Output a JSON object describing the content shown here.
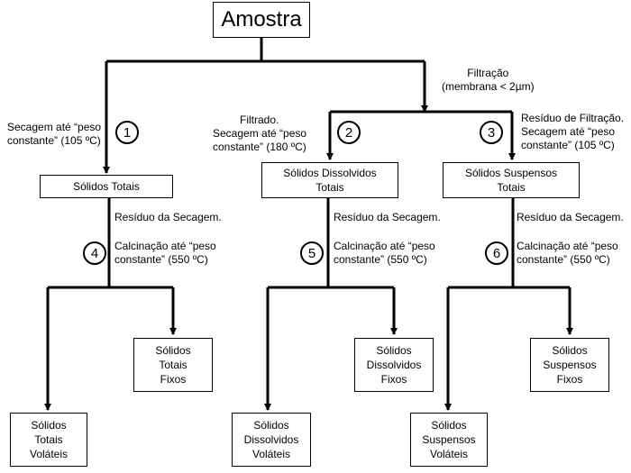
{
  "title": "Amostra",
  "filtration": {
    "line1": "Filtração",
    "line2": "(membrana < 2µm)"
  },
  "steps": [
    {
      "number": "1",
      "lines": [
        "Secagem até  “peso",
        "constante” (105 ºC)"
      ]
    },
    {
      "number": "2",
      "lines": [
        "Filtrado.",
        "Secagem até “peso",
        "constante” (180 ºC)"
      ]
    },
    {
      "number": "3",
      "lines": [
        "Resíduo de Filtração.",
        "Secagem até “peso",
        "constante” (105 ºC)"
      ]
    }
  ],
  "level2": [
    {
      "lines": [
        "Sólidos Totais"
      ]
    },
    {
      "lines": [
        "Sólidos Dissolvidos",
        "Totais"
      ]
    },
    {
      "lines": [
        "Sólidos Suspensos",
        "Totais"
      ]
    }
  ],
  "calc_steps": [
    {
      "number": "4",
      "residue": "Resíduo da Secagem.",
      "calc": [
        "Calcinação até “peso",
        "constante” (550 ºC)"
      ]
    },
    {
      "number": "5",
      "residue": "Resíduo da Secagem.",
      "calc": [
        "Calcinação até “peso",
        "constante” (550 ºC)"
      ]
    },
    {
      "number": "6",
      "residue": "Resíduo da Secagem.",
      "calc": [
        "Calcinação até “peso",
        "constante” (550 ºC)"
      ]
    }
  ],
  "fixed": [
    {
      "lines": [
        "Sólidos",
        "Totais",
        "Fixos"
      ]
    },
    {
      "lines": [
        "Sólidos",
        "Dissolvidos",
        "Fixos"
      ]
    },
    {
      "lines": [
        "Sólidos",
        "Suspensos",
        "Fixos"
      ]
    }
  ],
  "volatile": [
    {
      "lines": [
        "Sólidos",
        "Totais",
        "Voláteis"
      ]
    },
    {
      "lines": [
        "Sólidos",
        "Dissolvidos",
        "Voláteis"
      ]
    },
    {
      "lines": [
        "Sólidos",
        "Suspensos",
        "Voláteis"
      ]
    }
  ]
}
